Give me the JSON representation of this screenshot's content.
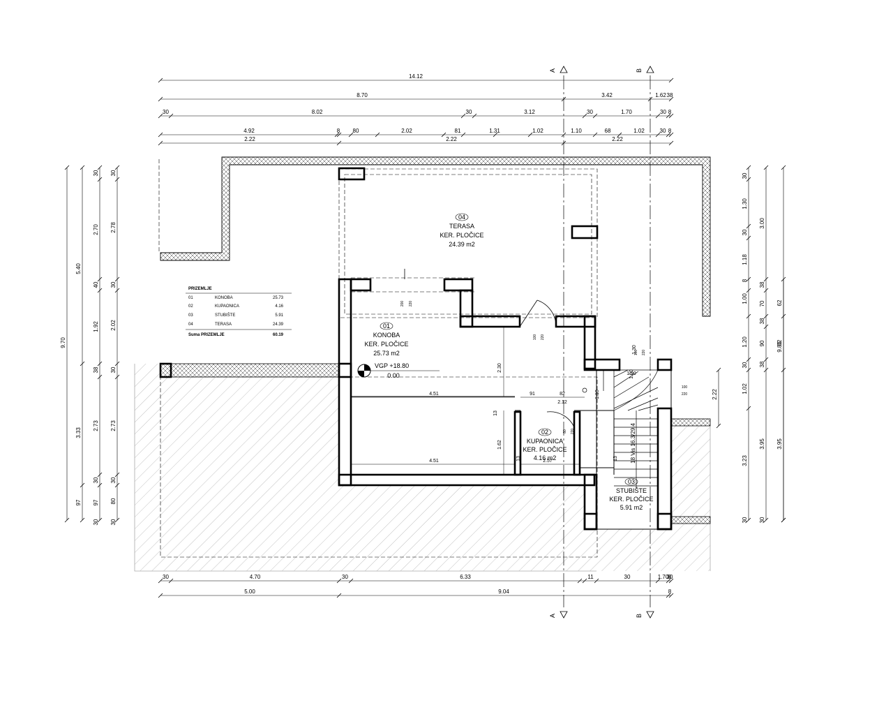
{
  "sections": {
    "a": "A",
    "b": "B"
  },
  "rooms": [
    {
      "num": "04",
      "name": "TERASA",
      "finish": "KER. PLOČICE",
      "area": "24.39 m2"
    },
    {
      "num": "01",
      "name": "KONOBA",
      "finish": "KER. PLOČICE",
      "area": "25.73 m2"
    },
    {
      "num": "02",
      "name": "KUPAONICA",
      "finish": "KER. PLOČICE",
      "area": "4.16 m2"
    },
    {
      "num": "03",
      "name": "STUBIŠTE",
      "finish": "KER. PLOČICE",
      "area": "5.91 m2"
    }
  ],
  "level": {
    "label": "VGP +18.80",
    "value": "0.00"
  },
  "stair_label": "18 Vis\n16.3/29.4",
  "area_table": {
    "title": "PRIZEMLJE",
    "rows": [
      {
        "no": "01",
        "name": "KONOBA",
        "area": "25.73"
      },
      {
        "no": "02",
        "name": "KUPAONICA",
        "area": "4.16"
      },
      {
        "no": "03",
        "name": "STUBIŠTE",
        "area": "5.91"
      },
      {
        "no": "04",
        "name": "TERASA",
        "area": "24.39"
      }
    ],
    "total_label": "Suma PRIZEMLJE",
    "total": "60.19"
  },
  "dims_top": [
    [
      "14.12"
    ],
    [
      "8.70",
      "3.42",
      "1.62",
      "38"
    ],
    [
      "30",
      "8.02",
      "30",
      "3.12",
      "30",
      "1.70",
      "30",
      "8"
    ],
    [
      "4.92",
      "8",
      "80",
      "2.02",
      "81",
      "1.31",
      "1.02",
      "1.10",
      "68",
      "1.02",
      "30",
      "8"
    ],
    [
      "2.22",
      "2.22",
      "2.22"
    ]
  ],
  "dims_bottom": [
    [
      "30",
      "4.70",
      "30",
      "6.33",
      "11",
      "30",
      "1.70",
      "30",
      "8"
    ],
    [
      "5.00",
      "9.04",
      "8"
    ]
  ],
  "dims_left": [
    [
      "9.70"
    ],
    [
      "5.40",
      "3.33",
      "97"
    ],
    [
      "30",
      "2.70",
      "40",
      "1.92",
      "38",
      "2.73",
      "30",
      "97",
      "30"
    ],
    [
      "30",
      "2.78",
      "30",
      "2.02",
      "30",
      "2.73",
      "30",
      "80",
      "30"
    ]
  ],
  "dims_right": [
    [
      "30",
      "1.30",
      "30",
      "1.18",
      "8",
      "1.00",
      "1.20",
      "30",
      "1.02",
      "3.23",
      "30"
    ],
    [
      "2.22"
    ],
    [
      "3.00",
      "38",
      "70",
      "38",
      "90",
      "38",
      "3.95",
      "30"
    ],
    [
      "62",
      "82",
      "3.95"
    ],
    [
      "9.83"
    ]
  ],
  "inner_dims": [
    "4.51",
    "91",
    "82",
    "2.12",
    "4.51",
    "2.57",
    "2.30",
    "1.62",
    "13",
    "13",
    "13",
    "1.10",
    "1.00",
    "1.30",
    "1.00"
  ],
  "door_labels": [
    "200",
    "220",
    "100",
    "220",
    "100",
    "220",
    "100",
    "220",
    "80",
    "220"
  ]
}
